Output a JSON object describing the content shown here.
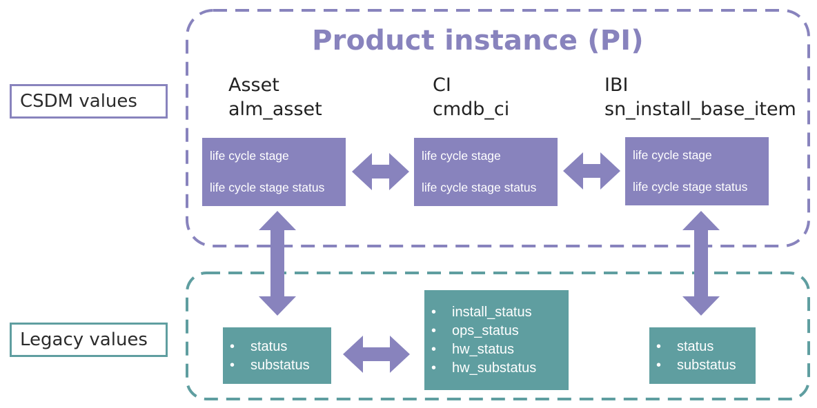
{
  "title": "Product instance (PI)",
  "labels": {
    "csdm": "CSDM values",
    "legacy": "Legacy values"
  },
  "tables": [
    {
      "name": "Asset",
      "table": "alm_asset"
    },
    {
      "name": "CI",
      "table": "cmdb_ci"
    },
    {
      "name": "IBI",
      "table": "sn_install_base_item"
    }
  ],
  "csdm_fields": {
    "stage": "life cycle stage",
    "stage_status": "life cycle stage status"
  },
  "legacy_boxes": {
    "asset": [
      "status",
      "substatus"
    ],
    "ci": [
      "install_status",
      "ops_status",
      "hw_status",
      "hw_substatus"
    ],
    "ibi": [
      "status",
      "substatus"
    ]
  },
  "colors": {
    "purple": "#8883bd",
    "teal": "#5f9ea0"
  }
}
